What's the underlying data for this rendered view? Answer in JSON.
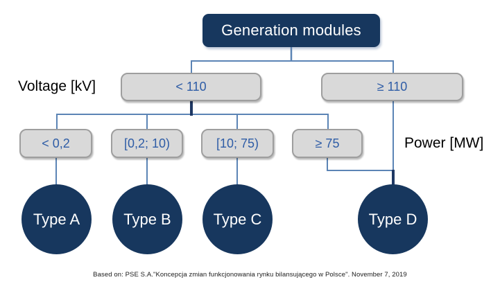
{
  "colors": {
    "navy": "#17375E",
    "connector_steel": "#5B84B5",
    "connector_trunk": "#1F3864",
    "gray_box_fill": "#D9D9D9",
    "gray_box_border": "#9E9E9E",
    "gray_box_text": "#2E5CA6",
    "node_text": "#FFFFFF",
    "label_text": "#000000"
  },
  "diagram": {
    "root": {
      "label": "Generation modules"
    },
    "voltage_axis_label": "Voltage [kV]",
    "power_axis_label": "Power [MW]",
    "voltage_nodes": [
      {
        "label": "< 110"
      },
      {
        "label": "≥ 110"
      }
    ],
    "power_nodes": [
      {
        "label": "< 0,2"
      },
      {
        "label": "[0,2; 10)"
      },
      {
        "label": "[10; 75)"
      },
      {
        "label": "≥ 75"
      }
    ],
    "type_nodes": [
      {
        "label": "Type A"
      },
      {
        "label": "Type B"
      },
      {
        "label": "Type C"
      },
      {
        "label": "Type D"
      }
    ],
    "footer": "Based on: PSE S.A.\"Koncepcja zmian funkcjonowania rynku bilansującego w Polsce\". November 7, 2019"
  }
}
